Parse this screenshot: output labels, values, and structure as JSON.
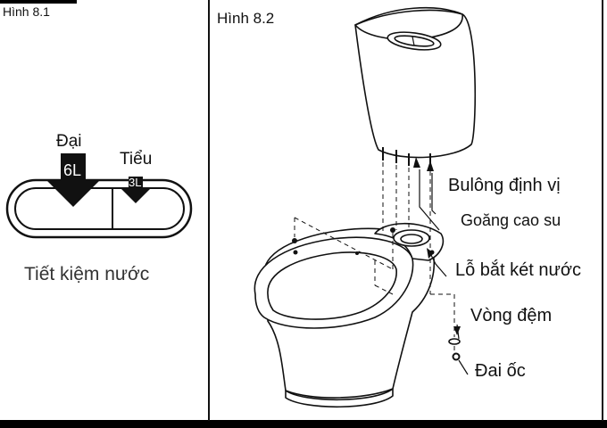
{
  "figure_1": {
    "title": "Hình 8.1",
    "full_flush_label": "Đại",
    "full_flush_volume": "6L",
    "half_flush_label": "Tiểu",
    "half_flush_volume": "3L",
    "caption": "Tiết kiệm nước"
  },
  "figure_2": {
    "title": "Hình 8.2",
    "parts": [
      "Bulông định vị",
      "Goăng cao su",
      "Lỗ bắt két nước",
      "Vòng đệm",
      "Đai ốc"
    ]
  }
}
